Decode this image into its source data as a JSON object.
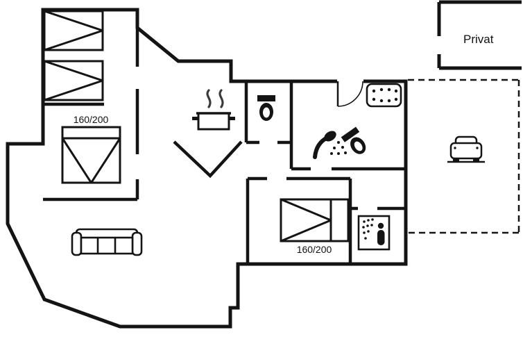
{
  "page": {
    "background_color": "#ffffff",
    "wall_color": "#141414"
  },
  "labels": {
    "bed_left_size": "160/200",
    "bed_middle_size": "160/200",
    "privat": "Privat"
  },
  "icons": [
    "bunk-bed-icon",
    "bunk-bed-icon",
    "double-bed-icon",
    "double-bed-icon",
    "cooking-pot-icon",
    "steam-icon",
    "toilet-icon",
    "toilet-icon",
    "shower-icon",
    "whirlpool-icon",
    "sauna-icon",
    "sofa-icon",
    "car-icon",
    "door-swing-arc"
  ]
}
